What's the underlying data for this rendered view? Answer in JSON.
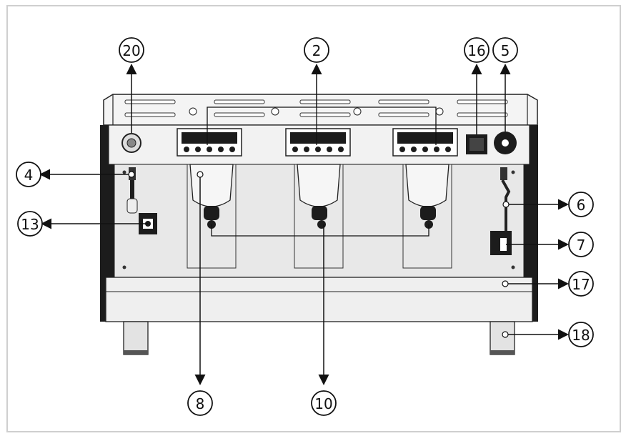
{
  "callouts": [
    {
      "id": "c20",
      "label": "20"
    },
    {
      "id": "c2",
      "label": "2"
    },
    {
      "id": "c16",
      "label": "16"
    },
    {
      "id": "c5",
      "label": "5"
    },
    {
      "id": "c4",
      "label": "4"
    },
    {
      "id": "c13",
      "label": "13"
    },
    {
      "id": "c6",
      "label": "6"
    },
    {
      "id": "c7",
      "label": "7"
    },
    {
      "id": "c17",
      "label": "17"
    },
    {
      "id": "c18",
      "label": "18"
    },
    {
      "id": "c8",
      "label": "8"
    },
    {
      "id": "c10",
      "label": "10"
    }
  ],
  "colors": {
    "line": "#222222",
    "panel": "#e8e8e8",
    "dark": "#1c1c1c",
    "frame": "#cfcfcf"
  }
}
